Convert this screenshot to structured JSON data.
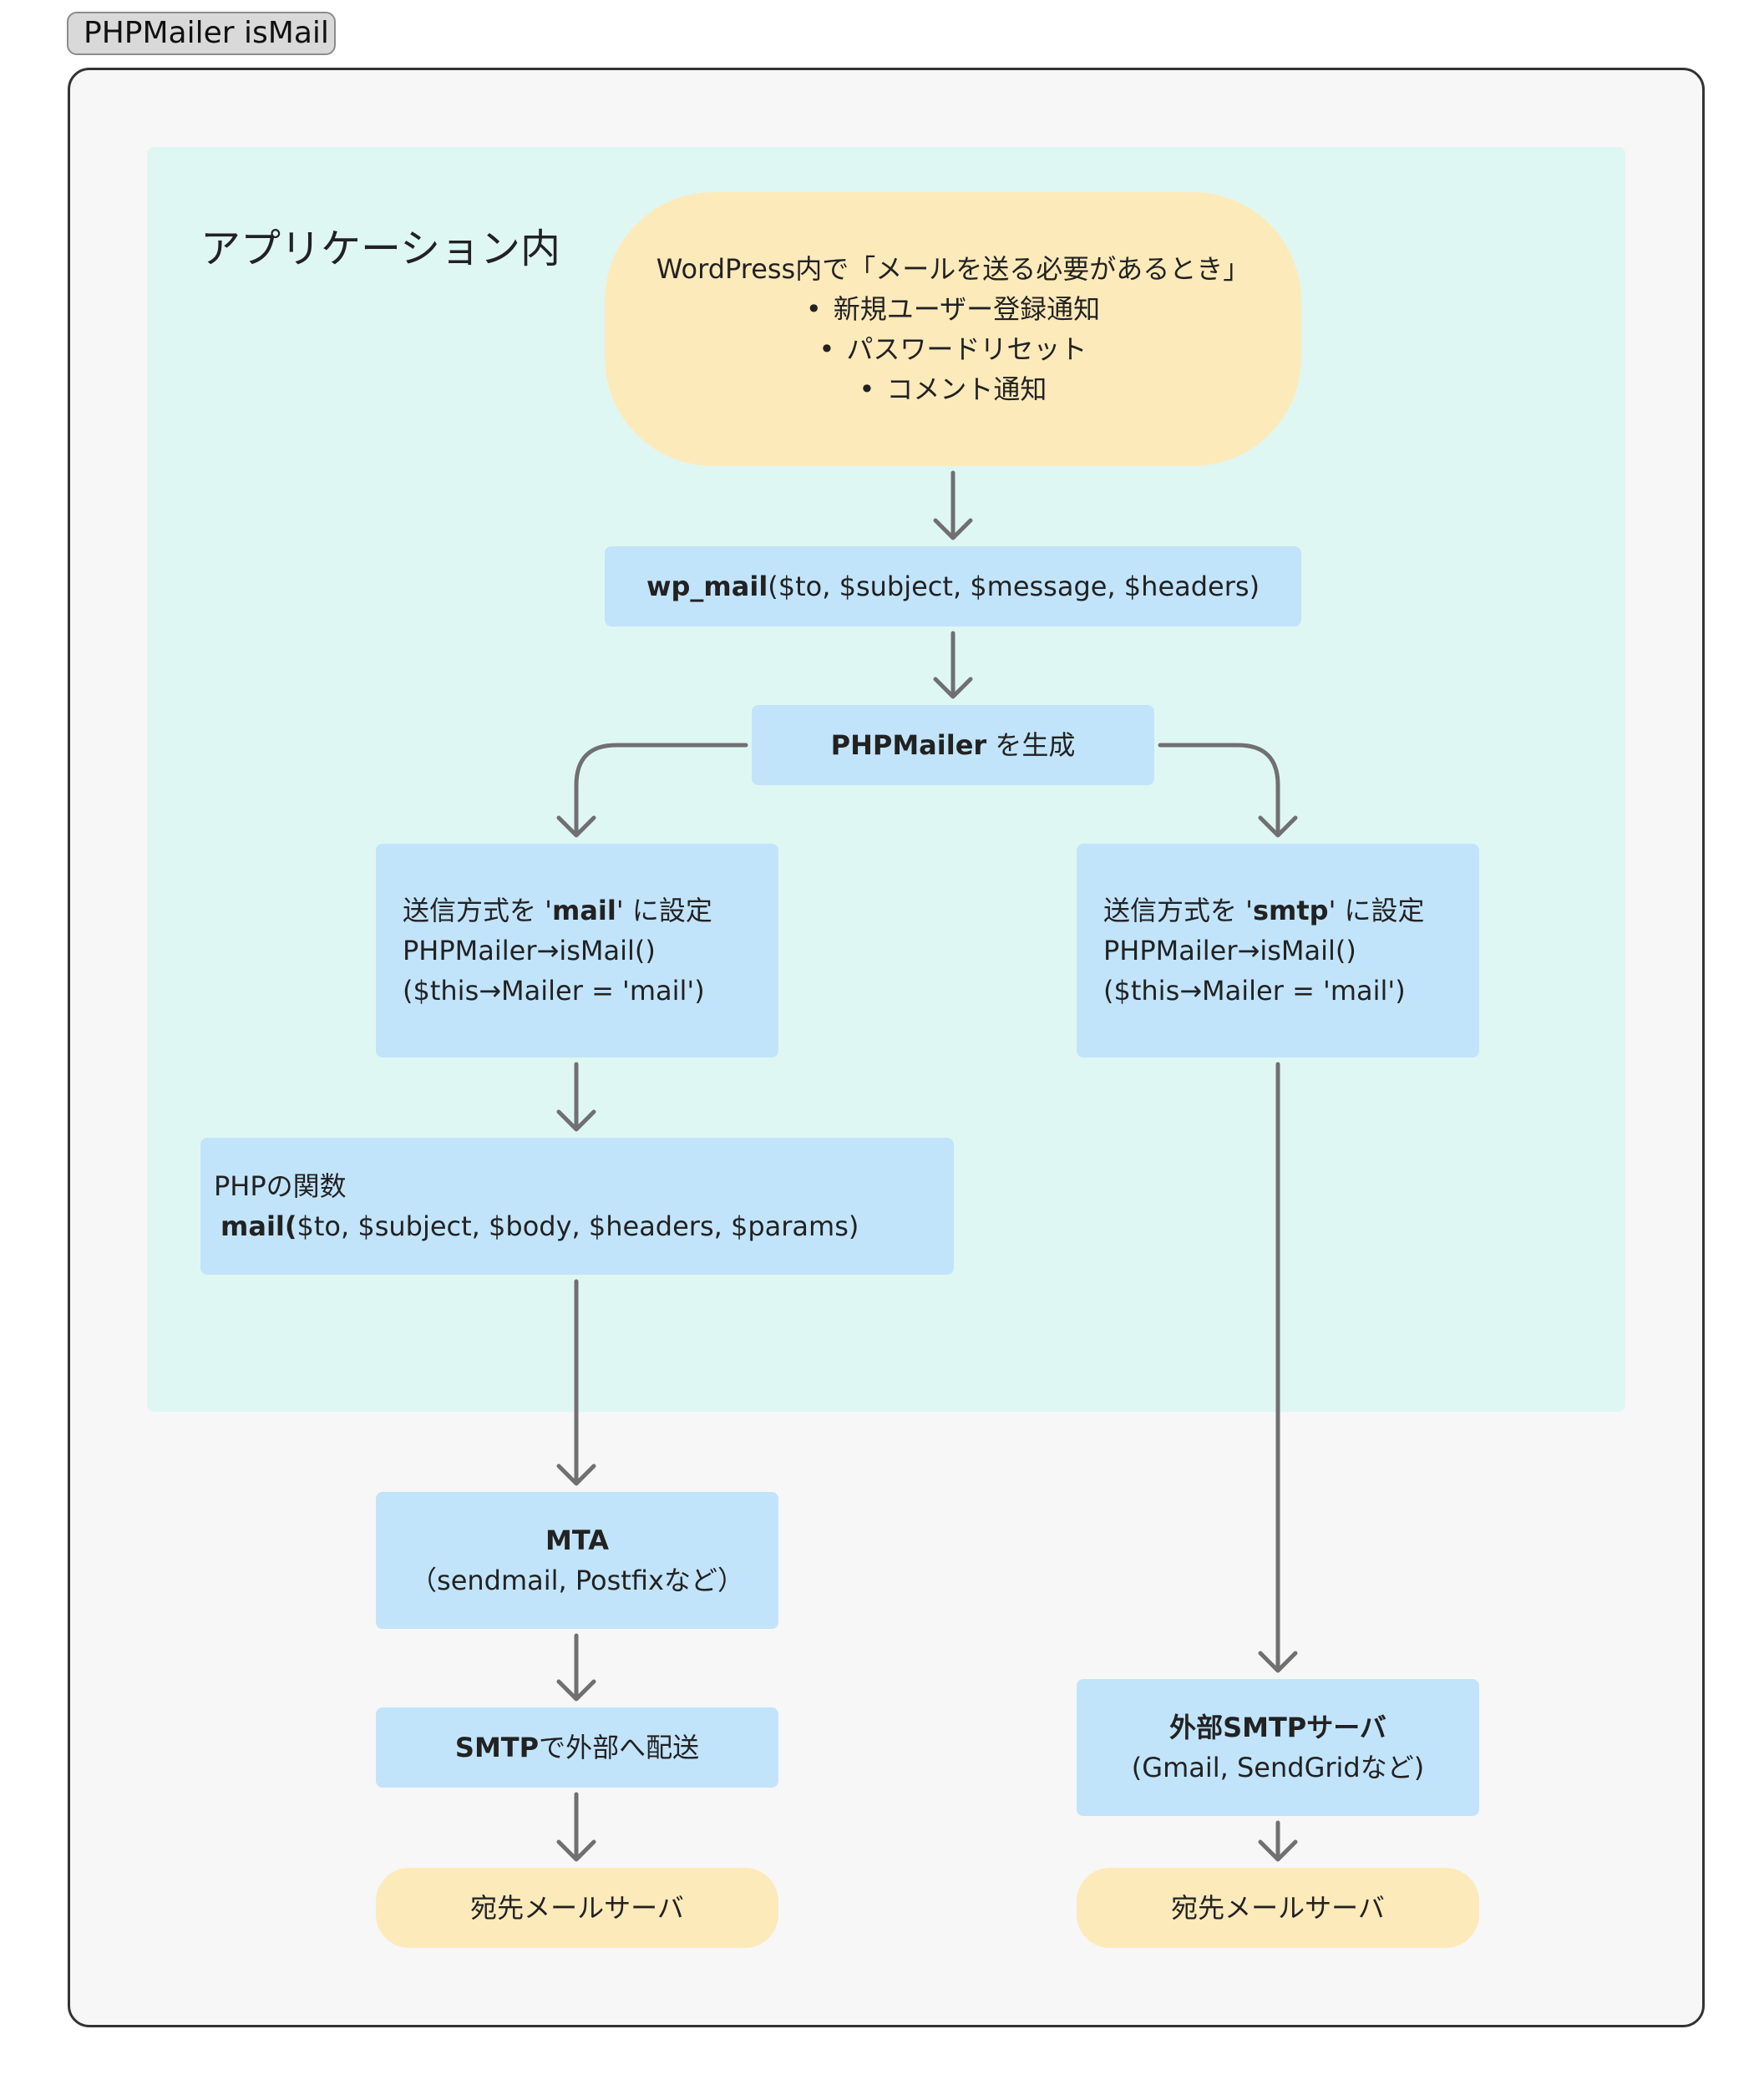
{
  "title": "PHPMailer isMail",
  "region_label": "アプリケーション内",
  "start": {
    "heading": "WordPress内で「メールを送る必要があるとき」",
    "bullets": [
      "新規ユーザー登録通知",
      "パスワードリセット",
      "コメント通知"
    ]
  },
  "wp_mail": {
    "bold": "wp_mail",
    "rest": "($to, $subject, $message, $headers)"
  },
  "phpmailer": {
    "bold": "PHPMailer",
    "rest": " を生成"
  },
  "mail_branch": {
    "line1_pre": "送信方式を '",
    "line1_bold": "mail",
    "line1_post": "' に設定",
    "line2": "PHPMailer→isMail()",
    "line3": "($this→Mailer = 'mail')"
  },
  "smtp_branch": {
    "line1_pre": "送信方式を '",
    "line1_bold": "smtp",
    "line1_post": "' に設定",
    "line2": "PHPMailer→isMail()",
    "line3": "($this→Mailer = 'mail')"
  },
  "php_func": {
    "line1": "PHPの関数",
    "bold": "mail(",
    "rest": "$to, $subject, $body, $headers, $params)"
  },
  "mta": {
    "bold": "MTA",
    "sub": "（sendmail, Postfixなど）"
  },
  "smtp_deliver": {
    "bold": "SMTP",
    "rest": "で外部へ配送"
  },
  "ext_smtp": {
    "bold": "外部SMTPサーバ",
    "sub": "(Gmail, SendGridなど)"
  },
  "dest_left": "宛先メールサーバ",
  "dest_right": "宛先メールサーバ",
  "colors": {
    "region": "#dff7f3",
    "process": "#c2e4fb",
    "terminal": "#fdeabb",
    "arrow": "#707070",
    "frame_bg": "#f7f7f7"
  }
}
